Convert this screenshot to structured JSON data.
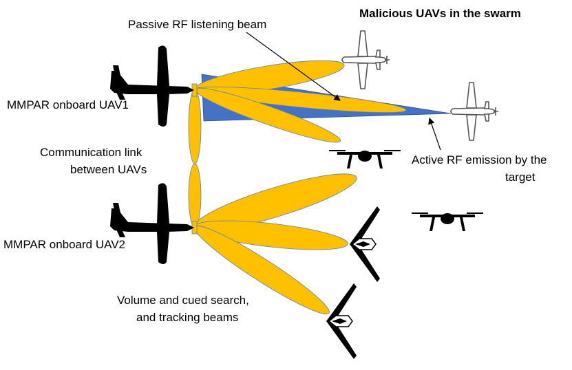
{
  "labels": {
    "passive_beam": "Passive RF listening beam",
    "malicious": "Malicious UAVs in the swarm",
    "uav1": "MMPAR onboard UAV1",
    "comm_line1": "Communication link",
    "comm_line2": "between UAVs",
    "active_line1": "Active RF emission by the",
    "active_line2": "target",
    "uav2": "MMPAR onboard UAV2",
    "search_line1": "Volume and cued search,",
    "search_line2": "and tracking beams"
  },
  "colors": {
    "beam": "#ffc000",
    "emission": "#4472c4",
    "aircraft": "#000000"
  }
}
